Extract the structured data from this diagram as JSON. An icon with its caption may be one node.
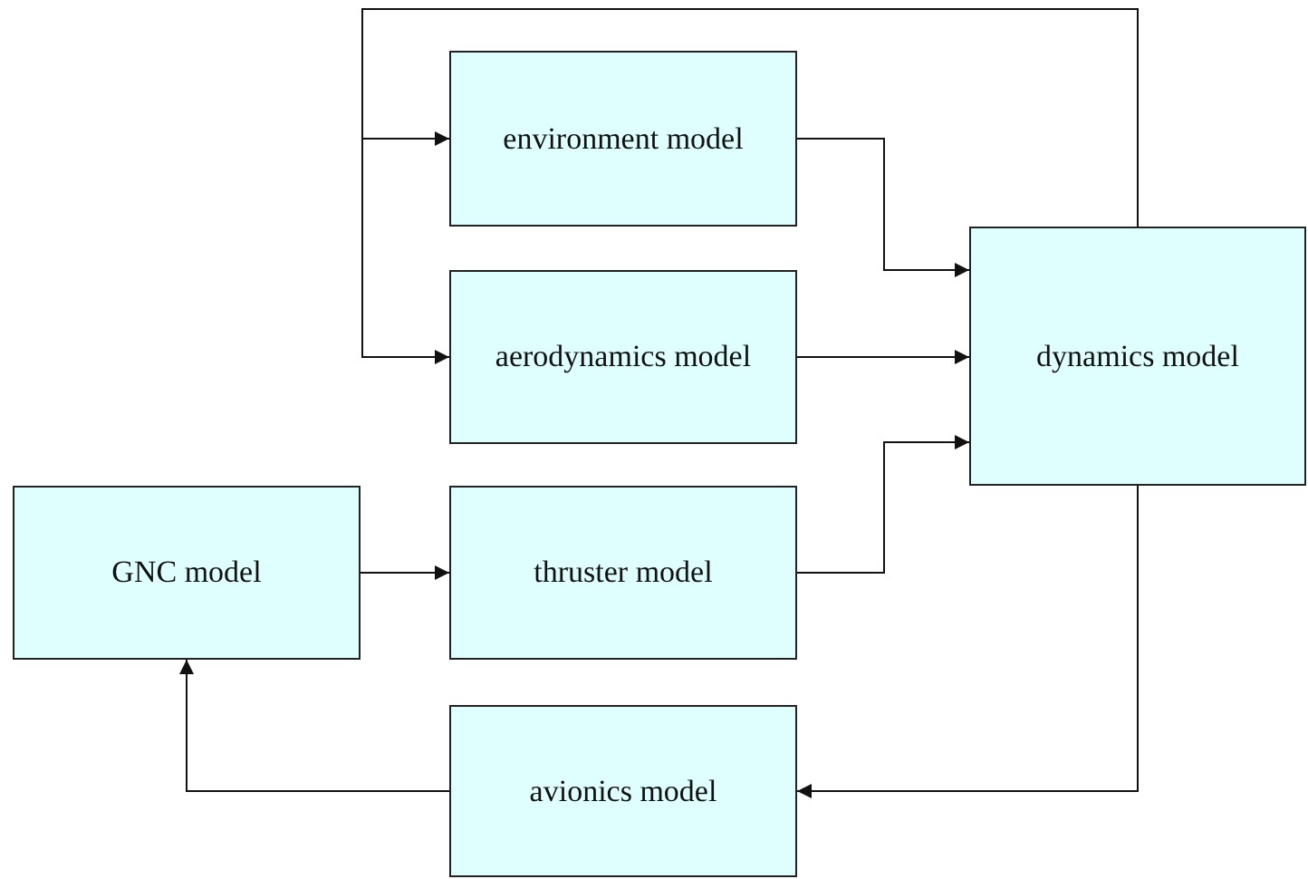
{
  "diagram": {
    "nodes": [
      {
        "text": [
          "environment model"
        ]
      },
      {
        "text": [
          "aerodynamics model"
        ]
      },
      {
        "text": [
          "GNC model"
        ]
      },
      {
        "text": [
          "thruster model"
        ]
      },
      {
        "text": [
          "dynamics model"
        ]
      },
      {
        "text": [
          "avionics model"
        ]
      }
    ],
    "edges": [
      {
        "from": 4,
        "to": 0,
        "arrow": "to"
      },
      {
        "from": 4,
        "to": 1,
        "arrow": "to"
      },
      {
        "from": 0,
        "to": 4,
        "arrow": "to"
      },
      {
        "from": 1,
        "to": 4,
        "arrow": "to"
      },
      {
        "from": 3,
        "to": 4,
        "arrow": "to"
      },
      {
        "from": 2,
        "to": 3,
        "arrow": "to"
      },
      {
        "from": 4,
        "to": 5,
        "arrow": "to"
      },
      {
        "from": 5,
        "to": 2,
        "arrow": "to"
      }
    ]
  }
}
